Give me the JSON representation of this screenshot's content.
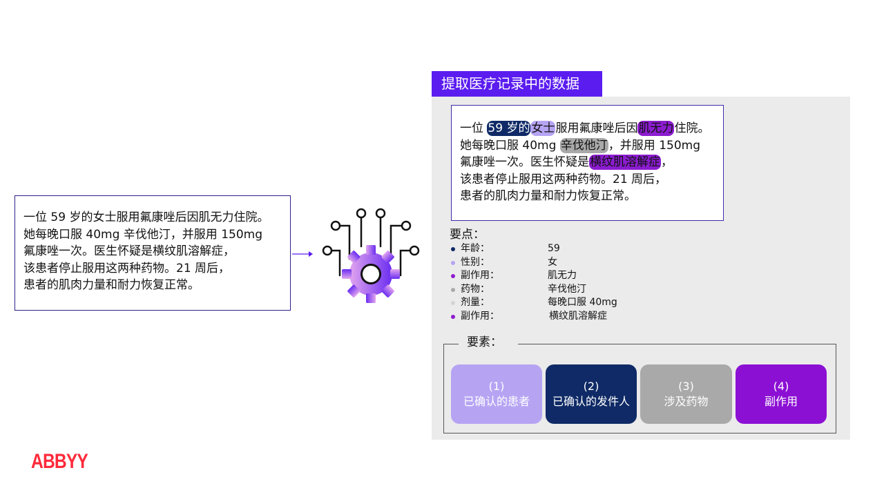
{
  "source_text": {
    "lines": [
      "一位 59 岁的女士服用氟康唑后因肌无力住院。",
      "她每晚口服 40mg 辛伐他汀，并服用 150mg",
      "氟康唑一次。医生怀疑是横纹肌溶解症，",
      "该患者停止服用这两种药物。21 周后，",
      "患者的肌肉力量和耐力恢复正常。"
    ]
  },
  "extraction": {
    "title": "提取医疗记录中的数据",
    "record": {
      "l1_a": "一位 ",
      "l1_age": "59 岁的",
      "l1_gender": "女士",
      "l1_b": "服用氟康唑后因",
      "l1_effect": "肌无力",
      "l1_c": "住院。",
      "l2_a": "她每晚口服 40mg ",
      "l2_drug": "辛伐他汀",
      "l2_b": "，并服用 150mg",
      "l3_a": "氟康唑一次。医生怀疑是",
      "l3_effect": "横纹肌溶解症",
      "l3_b": "，",
      "l4": "该患者停止服用这两种药物。21 周后，",
      "l5": "患者的肌肉力量和耐力恢复正常。"
    },
    "key_points_title": "要点：",
    "key_points": [
      {
        "label": "年龄：",
        "value": "59",
        "color": "#0f2a66"
      },
      {
        "label": "性别：",
        "value": "女",
        "color": "#b6a4f3"
      },
      {
        "label": "副作用：",
        "value": "肌无力",
        "color": "#8c1cd0"
      },
      {
        "label": "药物：",
        "value": "辛伐他汀",
        "color": "#a9a9a9"
      },
      {
        "label": "剂量：",
        "value": "每晚口服 40mg",
        "color": "#d4d4d4"
      },
      {
        "label": "副作用：",
        "value": "横纹肌溶解症",
        "color": "#8c1cd0"
      }
    ],
    "elements_title": "要素：",
    "elements": [
      {
        "num": "(1)",
        "label": "已确认的患者",
        "color": "#b6a4f3"
      },
      {
        "num": "(2)",
        "label": "已确认的发件人",
        "color": "#0f2a66"
      },
      {
        "num": "(3)",
        "label": "涉及药物",
        "color": "#a9a9a9"
      },
      {
        "num": "(4)",
        "label": "副作用",
        "color": "#8c10d4"
      }
    ]
  },
  "icons": {
    "arrow": "right-arrow-icon",
    "processor": "circuit-gear-icon"
  },
  "brand": {
    "logo": "ABBYY",
    "color": "#ff2a3a"
  }
}
